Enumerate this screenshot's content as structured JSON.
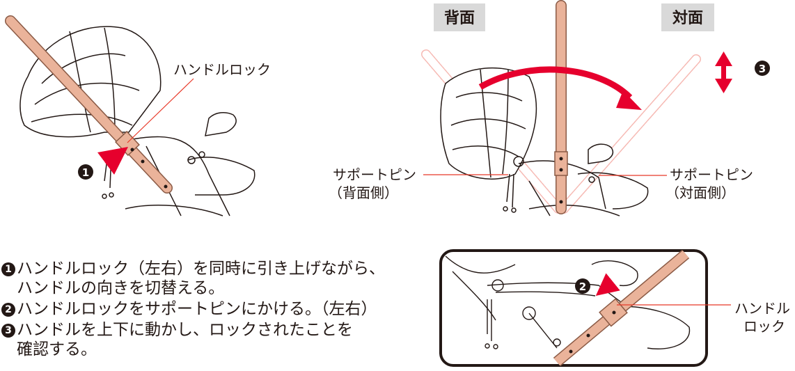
{
  "colors": {
    "handle": "#eab39a",
    "handle_outline": "#8a5a45",
    "arrow_red": "#e6002d",
    "leader_red": "#e83828",
    "ink": "#231815",
    "label_bg": "#d9d9d9"
  },
  "left_figure": {
    "handle_lock_label": "ハンドルロック",
    "step_marker": "1"
  },
  "top_right_figure": {
    "back_label": "背面",
    "face_label": "対面",
    "support_pin_back": {
      "line1": "サポートピン",
      "line2": "（背面側）"
    },
    "support_pin_face": {
      "line1": "サポートピン",
      "line2": "（対面側）"
    },
    "step_marker": "3"
  },
  "inset_figure": {
    "step_marker": "2",
    "handle_lock_line1": "ハンドル",
    "handle_lock_line2": "ロック"
  },
  "instructions": [
    {
      "num": "1",
      "line1": "ハンドルロック（左右）を同時に引き上げながら、",
      "line2": "ハンドルの向きを切替える。"
    },
    {
      "num": "2",
      "line1": "ハンドルロックをサポートピンにかける。（左右）",
      "line2": ""
    },
    {
      "num": "3",
      "line1": "ハンドルを上下に動かし、ロックされたことを",
      "line2": "確認する。"
    }
  ]
}
